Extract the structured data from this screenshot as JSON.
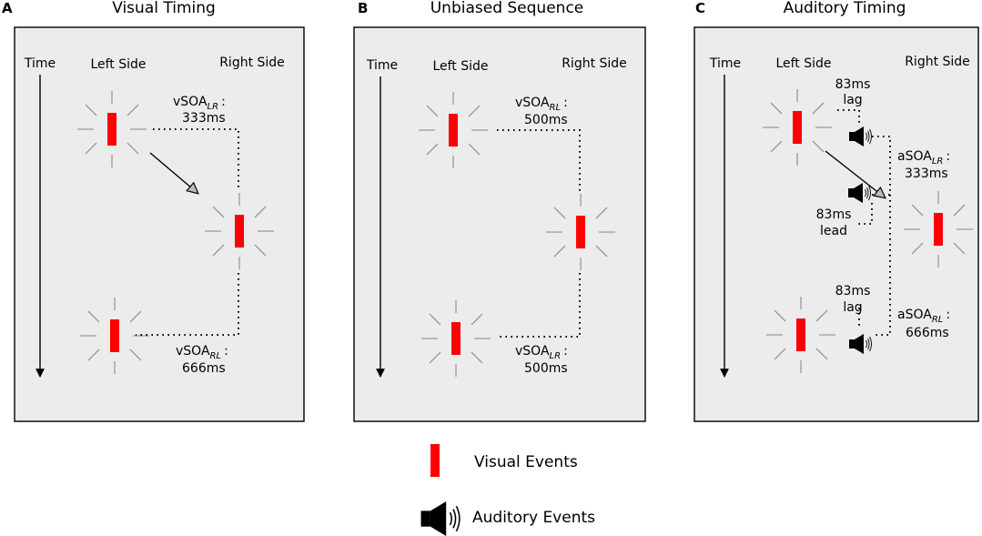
{
  "panels": [
    {
      "letter": "A",
      "title": "Visual Timing",
      "time_label": "Time",
      "left_label": "Left Side",
      "right_label": "Right Side",
      "soa_top": {
        "prefix": "vSOA",
        "sub": "LR",
        "suffix": ":",
        "value": "333ms"
      },
      "soa_bottom": {
        "prefix": "vSOA",
        "sub": "RL",
        "suffix": ":",
        "value": "666ms"
      }
    },
    {
      "letter": "B",
      "title": "Unbiased Sequence",
      "time_label": "Time",
      "left_label": "Left Side",
      "right_label": "Right Side",
      "soa_top": {
        "prefix": "vSOA",
        "sub": "RL",
        "suffix": ":",
        "value": "500ms"
      },
      "soa_bottom": {
        "prefix": "vSOA",
        "sub": "LR",
        "suffix": ":",
        "value": "500ms"
      }
    },
    {
      "letter": "C",
      "title": "Auditory Timing",
      "time_label": "Time",
      "left_label": "Left Side",
      "right_label": "Right Side",
      "lag_top": {
        "value": "83ms",
        "word": "lag"
      },
      "lead_mid": {
        "value": "83ms",
        "word": "lead"
      },
      "lag_bottom": {
        "value": "83ms",
        "word": "lag"
      },
      "soa_top": {
        "prefix": "aSOA",
        "sub": "LR",
        "suffix": ":",
        "value": "333ms"
      },
      "soa_bottom": {
        "prefix": "aSOA",
        "sub": "RL",
        "suffix": ":",
        "value": "666ms"
      }
    }
  ],
  "legend": {
    "visual_label": "Visual Events",
    "auditory_label": "Auditory Events"
  },
  "colors": {
    "visual_event": "#ff0000",
    "panel_background": "#ececec",
    "rays": "#999999"
  }
}
